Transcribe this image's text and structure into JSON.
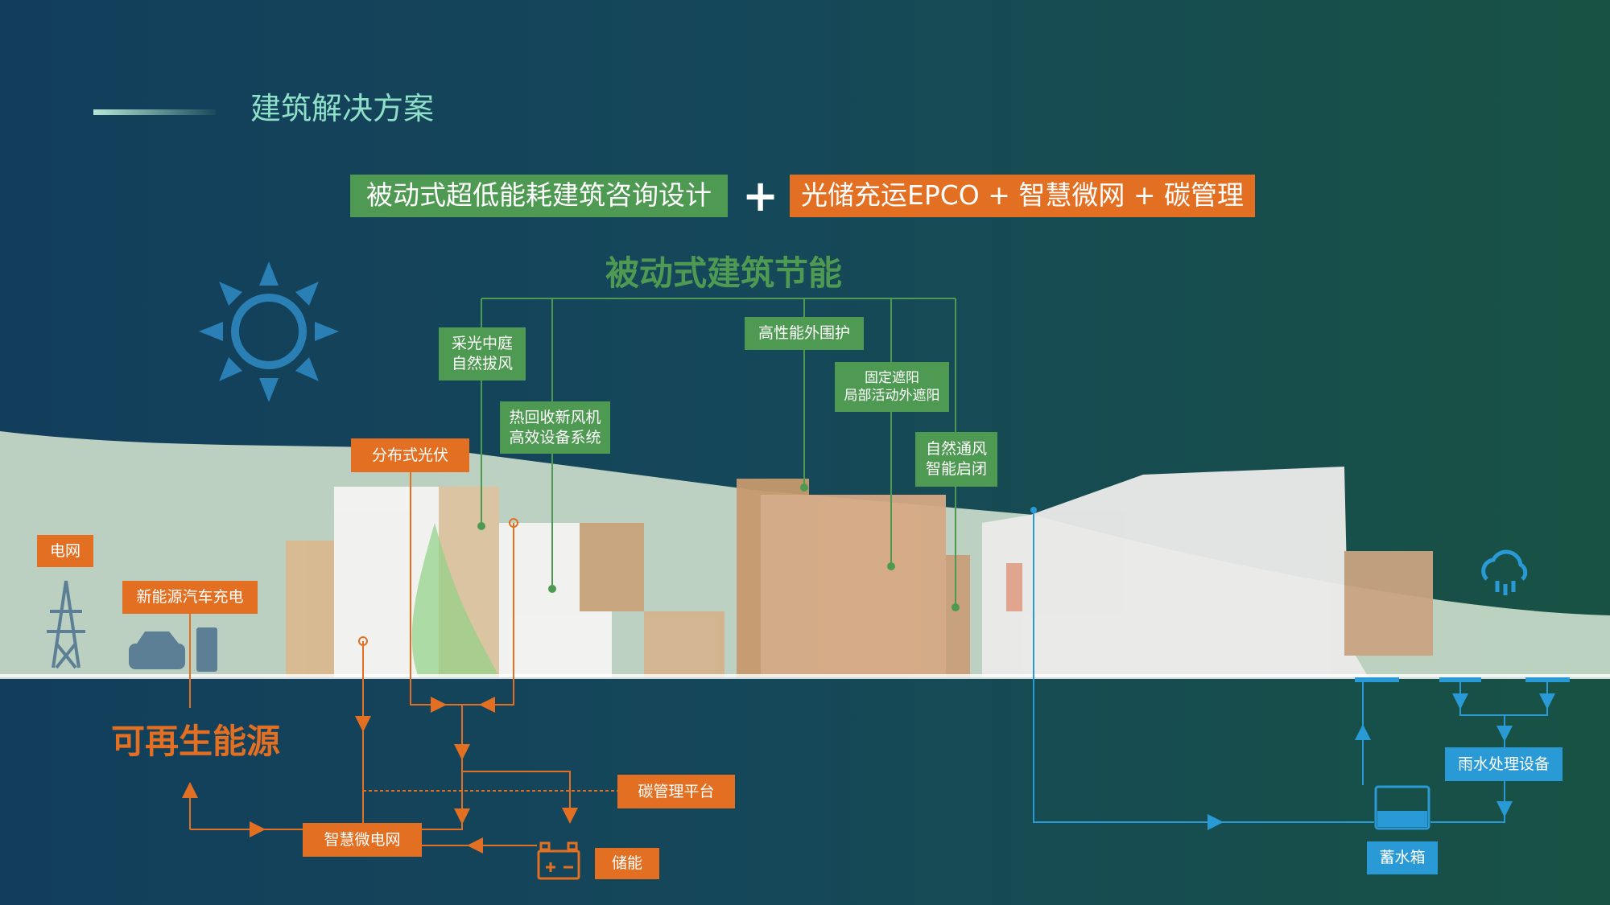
{
  "header": {
    "title": "建筑解决方案"
  },
  "banner": {
    "left": "被动式超低能耗建筑咨询设计",
    "plus": "+",
    "right": "光储充运EPCO + 智慧微网 + 碳管理"
  },
  "passive": {
    "title": "被动式建筑节能",
    "items": [
      {
        "l1": "采光中庭",
        "l2": "自然拔风"
      },
      {
        "l1": "热回收新风机",
        "l2": "高效设备系统"
      },
      {
        "l1": "高性能外围护"
      },
      {
        "l1": "固定遮阳",
        "l2": "局部活动外遮阳"
      },
      {
        "l1": "自然通风",
        "l2": "智能启闭"
      }
    ]
  },
  "energy": {
    "title": "可再生能源",
    "pv": "分布式光伏",
    "grid": "电网",
    "ev": "新能源汽车充电",
    "carbon": "碳管理平台",
    "microgrid": "智慧微电网",
    "storage": "储能"
  },
  "water": {
    "treatment": "雨水处理设备",
    "tank": "蓄水箱"
  },
  "colors": {
    "green": "#4f9a52",
    "orange": "#e36f22",
    "blue": "#2a9ad6"
  }
}
